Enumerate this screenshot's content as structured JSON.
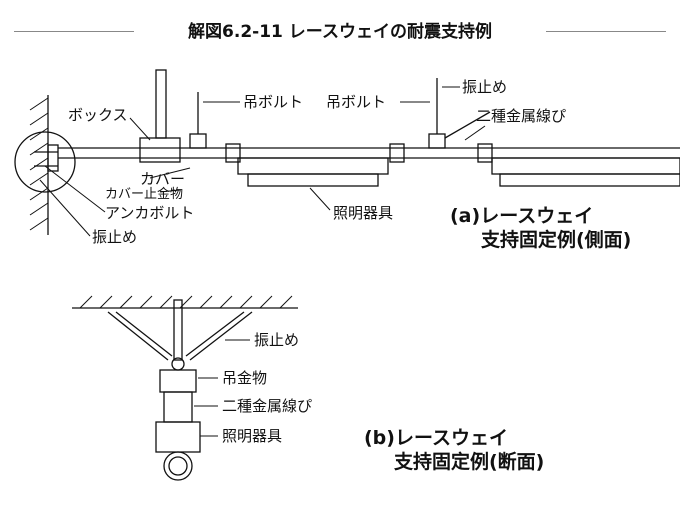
{
  "title": "解図6.2-11 レースウェイの耐震支持例",
  "side_view": {
    "caption_line1": "(a)レースウェイ",
    "caption_line2": "支持固定例(側面)",
    "labels": {
      "box": "ボックス",
      "hanger_bolt_1": "吊ボルト",
      "hanger_bolt_2": "吊ボルト",
      "anti_sway_top": "振止め",
      "double_wire_top": "二種金属線ぴ",
      "cover": "カバー",
      "cover_stop": "カバー止金物",
      "anchor_bolt": "アンカボルト",
      "anti_sway_left": "振止め",
      "lighting": "照明器具"
    }
  },
  "section_view": {
    "caption_line1": "(b)レースウェイ",
    "caption_line2": "支持固定例(断面)",
    "labels": {
      "anti_sway": "振止め",
      "hanger_fitting": "吊金物",
      "double_wire": "二種金属線ぴ",
      "lighting": "照明器具"
    }
  },
  "colors": {
    "line": "#111111",
    "rule": "#888888",
    "background": "#ffffff"
  }
}
